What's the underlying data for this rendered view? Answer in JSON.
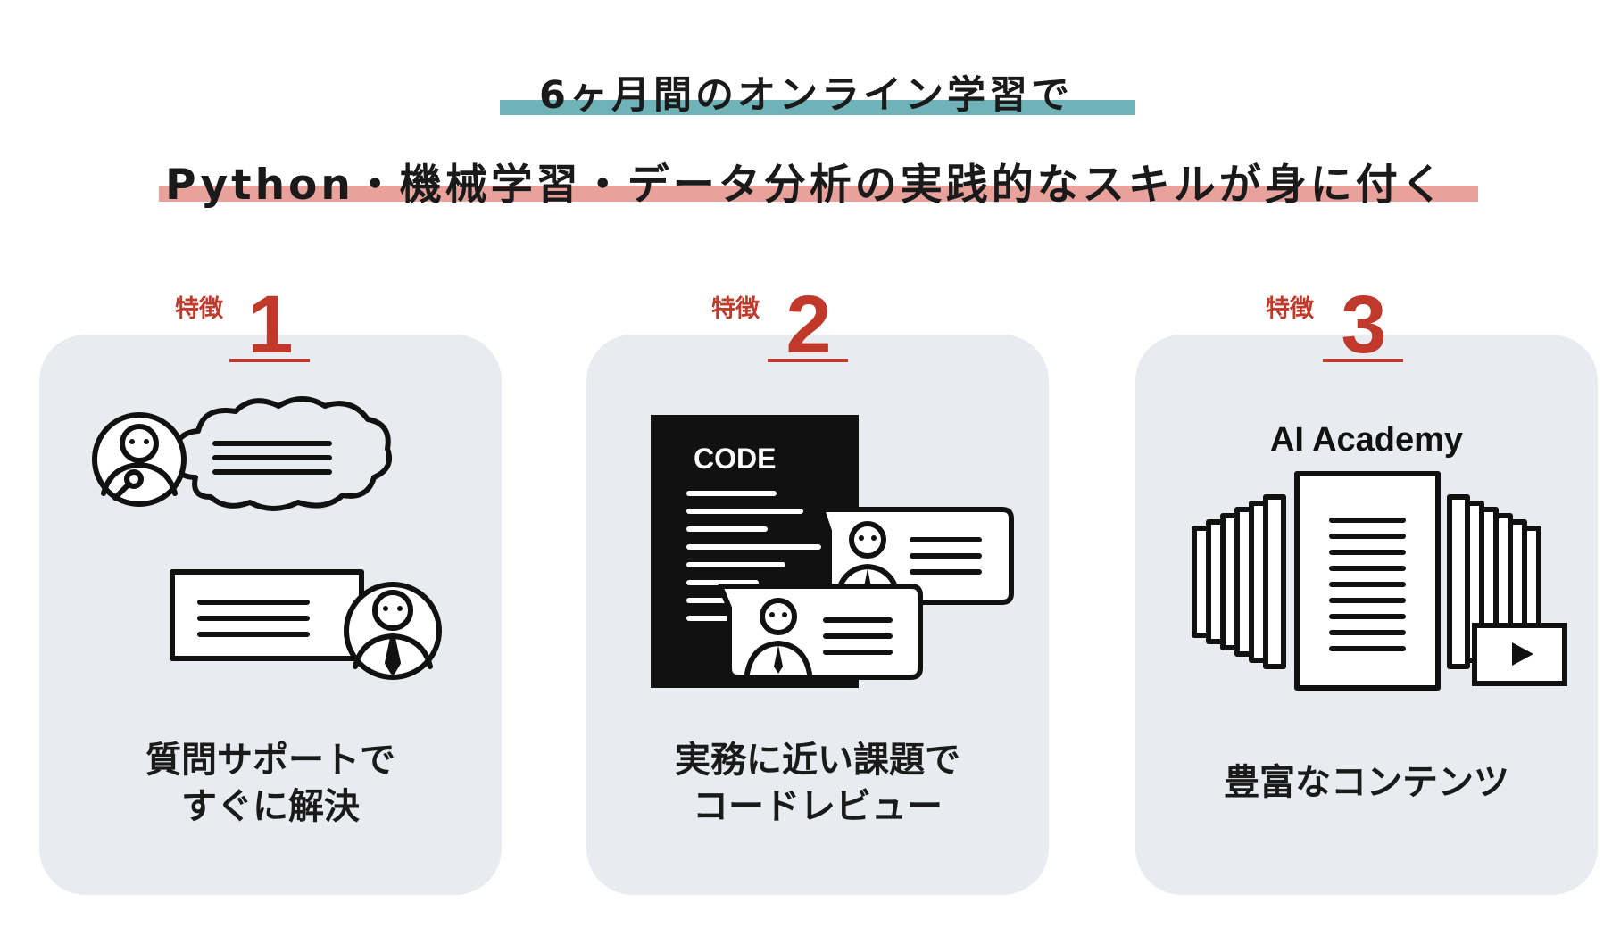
{
  "headline": {
    "line1": "6ヶ月間のオンライン学習で",
    "line2": "Python・機械学習・データ分析の実践的なスキルが身に付く"
  },
  "features": [
    {
      "label": "特徴",
      "number": "1",
      "caption_line1": "質問サポートで",
      "caption_line2": "すぐに解決"
    },
    {
      "label": "特徴",
      "number": "2",
      "code_label": "CODE",
      "caption_line1": "実務に近い課題で",
      "caption_line2": "コードレビュー"
    },
    {
      "label": "特徴",
      "number": "3",
      "brand": "AI Academy",
      "caption_line1": "豊富なコンテンツ"
    }
  ],
  "colors": {
    "teal_underline": "#6fb3b8",
    "pink_underline": "#e8a19b",
    "accent_red": "#c0392b",
    "card_bg": "#e8ecf0"
  }
}
